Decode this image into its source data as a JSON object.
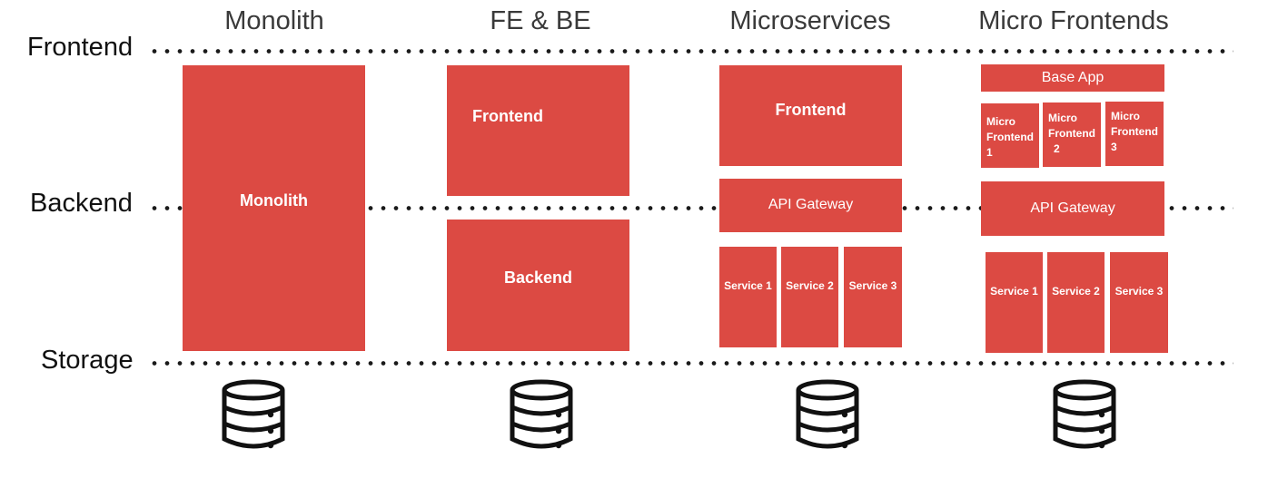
{
  "columns": [
    {
      "title": "Monolith",
      "boxes": {
        "monolith": "Monolith"
      }
    },
    {
      "title": "FE & BE",
      "boxes": {
        "frontend": "Frontend",
        "backend": "Backend"
      }
    },
    {
      "title": "Microservices",
      "boxes": {
        "frontend": "Frontend",
        "api_gateway": "API Gateway",
        "services": [
          "Service 1",
          "Service 2",
          "Service 3"
        ]
      }
    },
    {
      "title": "Micro Frontends",
      "boxes": {
        "base_app": "Base App",
        "micro_frontends": [
          [
            "Micro",
            "Frontend",
            "1"
          ],
          [
            "Micro",
            "Frontend",
            "2"
          ],
          [
            "Micro",
            "Frontend",
            "3"
          ]
        ],
        "api_gateway": "API Gateway",
        "services": [
          "Service 1",
          "Service 2",
          "Service 3"
        ]
      }
    }
  ],
  "layers": [
    "Frontend",
    "Backend",
    "Storage"
  ],
  "icons": {
    "storage": "database-icon"
  },
  "colors": {
    "box": "#dc4a43",
    "box_text": "#ffffff",
    "dots": "#1a1a1a"
  }
}
